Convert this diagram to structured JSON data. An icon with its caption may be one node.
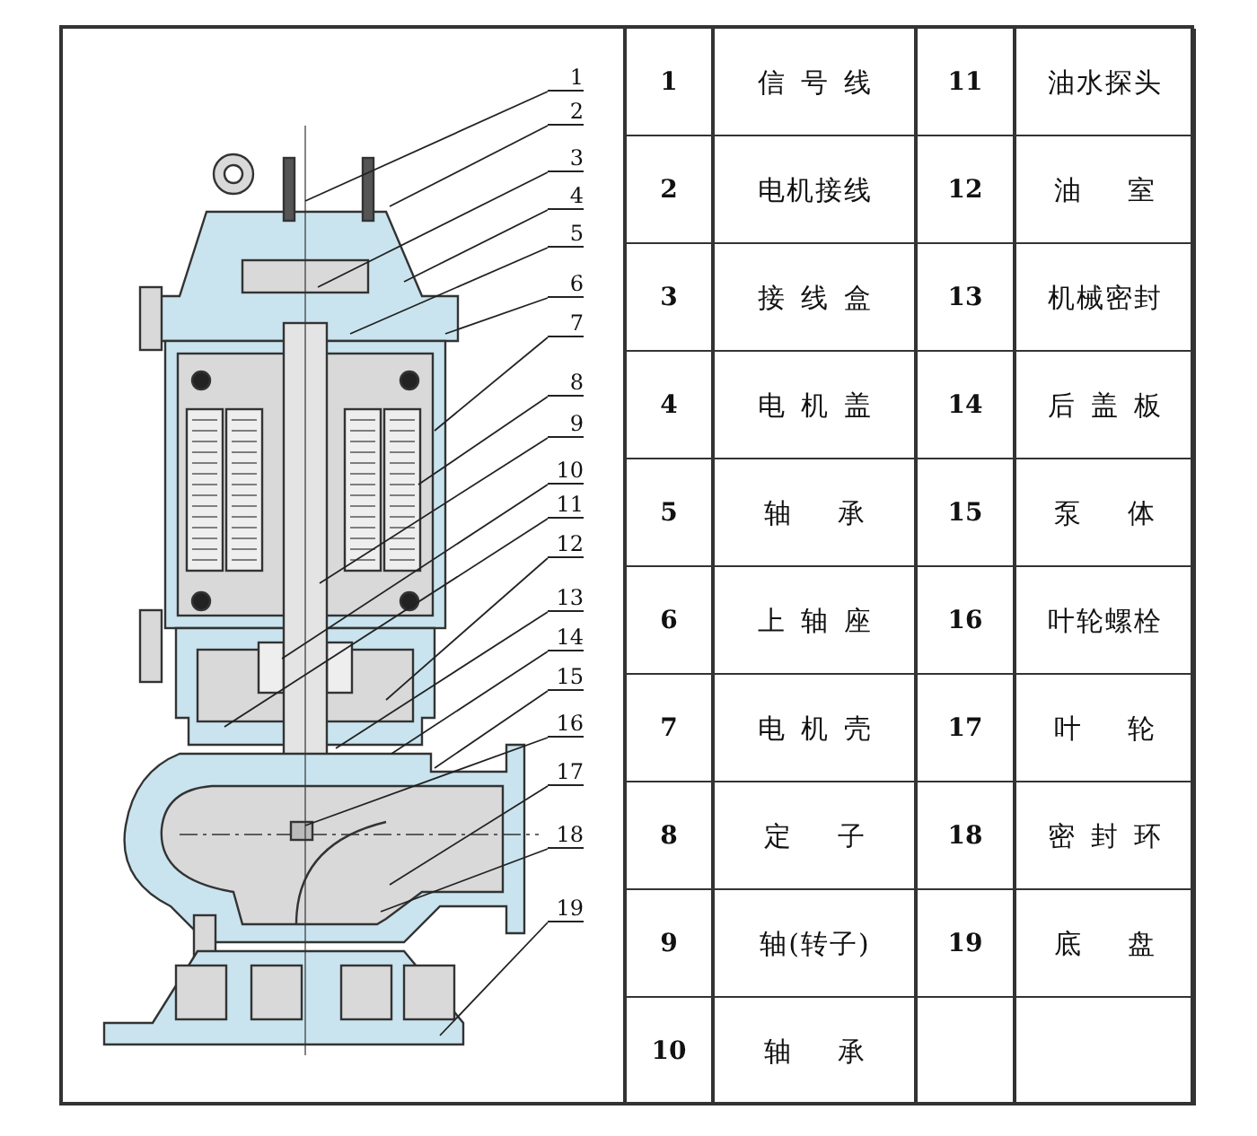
{
  "diagram": {
    "nodes": [
      {
        "text": [
          "1"
        ]
      },
      {
        "text": [
          "2"
        ]
      },
      {
        "text": [
          "3"
        ]
      },
      {
        "text": [
          "4"
        ]
      },
      {
        "text": [
          "5"
        ]
      },
      {
        "text": [
          "6"
        ]
      },
      {
        "text": [
          "7"
        ]
      },
      {
        "text": [
          "8"
        ]
      },
      {
        "text": [
          "9"
        ]
      },
      {
        "text": [
          "10"
        ]
      },
      {
        "text": [
          "11"
        ]
      },
      {
        "text": [
          "12"
        ]
      },
      {
        "text": [
          "13"
        ]
      },
      {
        "text": [
          "14"
        ]
      },
      {
        "text": [
          "15"
        ]
      },
      {
        "text": [
          "16"
        ]
      },
      {
        "text": [
          "17"
        ]
      },
      {
        "text": [
          "18"
        ]
      },
      {
        "text": [
          "19"
        ]
      }
    ],
    "edges": [
      {
        "from": 0,
        "to": null,
        "arrow": "none"
      },
      {
        "from": 1,
        "to": null,
        "arrow": "none"
      },
      {
        "from": 2,
        "to": null,
        "arrow": "none"
      },
      {
        "from": 3,
        "to": null,
        "arrow": "none"
      },
      {
        "from": 4,
        "to": null,
        "arrow": "none"
      },
      {
        "from": 5,
        "to": null,
        "arrow": "none"
      },
      {
        "from": 6,
        "to": null,
        "arrow": "none"
      },
      {
        "from": 7,
        "to": null,
        "arrow": "none"
      },
      {
        "from": 8,
        "to": null,
        "arrow": "none"
      },
      {
        "from": 9,
        "to": null,
        "arrow": "none"
      },
      {
        "from": 10,
        "to": null,
        "arrow": "none"
      },
      {
        "from": 11,
        "to": null,
        "arrow": "none"
      },
      {
        "from": 12,
        "to": null,
        "arrow": "none"
      },
      {
        "from": 13,
        "to": null,
        "arrow": "none"
      },
      {
        "from": 14,
        "to": null,
        "arrow": "none"
      },
      {
        "from": 15,
        "to": null,
        "arrow": "none"
      },
      {
        "from": 16,
        "to": null,
        "arrow": "none"
      },
      {
        "from": 17,
        "to": null,
        "arrow": "none"
      },
      {
        "from": 18,
        "to": null,
        "arrow": "none"
      }
    ],
    "labels": [
      "1",
      "信号线",
      "11",
      "油水探头",
      "2",
      "电机接线",
      "12",
      "油室",
      "3",
      "接线盒",
      "13",
      "机械密封",
      "4",
      "电机盖",
      "14",
      "后盖板",
      "5",
      "轴承",
      "15",
      "泵体",
      "6",
      "上轴座",
      "16",
      "叶轮螺栓",
      "7",
      "电机壳",
      "17",
      "叶轮",
      "8",
      "定子",
      "18",
      "密封环",
      "9",
      "轴(转子)",
      "19",
      "底盘",
      "10",
      "轴承"
    ]
  }
}
